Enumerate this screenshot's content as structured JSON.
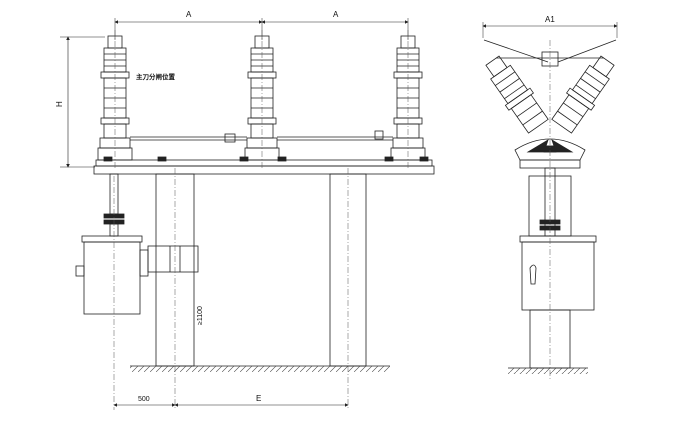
{
  "labels": {
    "dim_a_left": "A",
    "dim_a_right": "A",
    "dim_h": "H",
    "dim_a1": "A1",
    "dim_500": "500",
    "dim_e": "E",
    "dim_1100": "≥1100",
    "note_main_blade_open": "主刀分闸位置"
  },
  "colors": {
    "line": "#222222",
    "dash": "#555555",
    "dim": "#333333"
  }
}
